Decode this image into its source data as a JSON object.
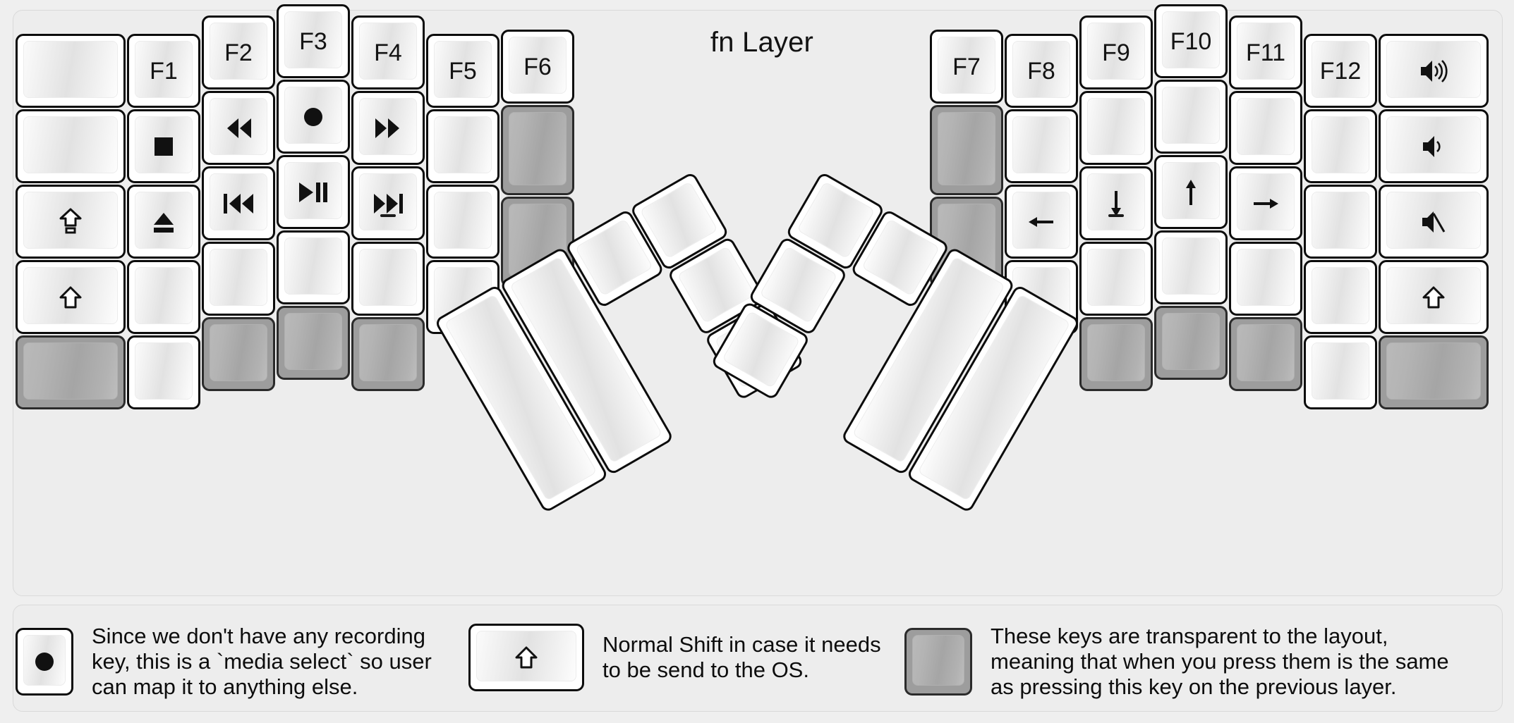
{
  "title": "fn Layer",
  "colors": {
    "background": "#efefef",
    "panel": "#ededed",
    "key_border": "#0c0c0c",
    "key_face_light": "#fdfdfd",
    "key_face_mid": "#e2e2e2",
    "transparent_key": "#9d9d9d",
    "text": "#141414"
  },
  "left_half": {
    "columns": [
      {
        "name": "col-pinky-outer",
        "keys": [
          {
            "label": "",
            "icon": "",
            "state": "normal"
          },
          {
            "label": "",
            "icon": "",
            "state": "normal"
          },
          {
            "label": "",
            "icon": "caps-lock-shift-icon",
            "state": "normal"
          },
          {
            "label": "",
            "icon": "shift-icon",
            "state": "normal"
          },
          {
            "label": "",
            "icon": "",
            "state": "transparent"
          }
        ]
      },
      {
        "name": "col-pinky",
        "keys": [
          {
            "label": "F1",
            "icon": "",
            "state": "normal"
          },
          {
            "label": "",
            "icon": "media-stop-icon",
            "state": "normal"
          },
          {
            "label": "",
            "icon": "eject-icon",
            "state": "normal"
          },
          {
            "label": "",
            "icon": "",
            "state": "normal"
          },
          {
            "label": "",
            "icon": "",
            "state": "normal"
          }
        ]
      },
      {
        "name": "col-ring",
        "keys": [
          {
            "label": "F2",
            "icon": "",
            "state": "normal"
          },
          {
            "label": "",
            "icon": "rewind-icon",
            "state": "normal"
          },
          {
            "label": "",
            "icon": "previous-track-icon",
            "state": "normal"
          },
          {
            "label": "",
            "icon": "",
            "state": "normal"
          },
          {
            "label": "",
            "icon": "",
            "state": "transparent"
          }
        ]
      },
      {
        "name": "col-middle",
        "keys": [
          {
            "label": "F3",
            "icon": "",
            "state": "normal"
          },
          {
            "label": "",
            "icon": "record-icon",
            "state": "normal"
          },
          {
            "label": "",
            "icon": "play-pause-icon",
            "state": "normal"
          },
          {
            "label": "",
            "icon": "",
            "state": "normal"
          },
          {
            "label": "",
            "icon": "",
            "state": "transparent"
          }
        ]
      },
      {
        "name": "col-index",
        "keys": [
          {
            "label": "F4",
            "icon": "",
            "state": "normal"
          },
          {
            "label": "",
            "icon": "fast-forward-icon",
            "state": "normal"
          },
          {
            "label": "",
            "icon": "next-track-icon",
            "state": "normal",
            "homing": true
          },
          {
            "label": "",
            "icon": "",
            "state": "normal"
          },
          {
            "label": "",
            "icon": "",
            "state": "transparent"
          }
        ]
      },
      {
        "name": "col-inner",
        "keys": [
          {
            "label": "F5",
            "icon": "",
            "state": "normal"
          },
          {
            "label": "",
            "icon": "",
            "state": "normal"
          },
          {
            "label": "",
            "icon": "",
            "state": "normal"
          },
          {
            "label": "",
            "icon": "",
            "state": "normal"
          }
        ]
      },
      {
        "name": "col-innermost",
        "keys": [
          {
            "label": "F6",
            "icon": "",
            "state": "normal"
          },
          {
            "label": "",
            "icon": "",
            "state": "transparent"
          },
          {
            "label": "",
            "icon": "",
            "state": "transparent"
          }
        ]
      }
    ]
  },
  "right_half": {
    "columns": [
      {
        "name": "col-innermost",
        "keys": [
          {
            "label": "F7",
            "icon": "",
            "state": "normal"
          },
          {
            "label": "",
            "icon": "",
            "state": "transparent"
          },
          {
            "label": "",
            "icon": "",
            "state": "transparent"
          }
        ]
      },
      {
        "name": "col-inner",
        "keys": [
          {
            "label": "F8",
            "icon": "",
            "state": "normal"
          },
          {
            "label": "",
            "icon": "",
            "state": "normal"
          },
          {
            "label": "",
            "icon": "arrow-left-icon",
            "state": "normal"
          },
          {
            "label": "",
            "icon": "",
            "state": "normal"
          }
        ]
      },
      {
        "name": "col-index",
        "keys": [
          {
            "label": "F9",
            "icon": "",
            "state": "normal"
          },
          {
            "label": "",
            "icon": "",
            "state": "normal"
          },
          {
            "label": "",
            "icon": "arrow-down-icon",
            "state": "normal",
            "homing": true
          },
          {
            "label": "",
            "icon": "",
            "state": "normal"
          },
          {
            "label": "",
            "icon": "",
            "state": "transparent"
          }
        ]
      },
      {
        "name": "col-middle",
        "keys": [
          {
            "label": "F10",
            "icon": "",
            "state": "normal"
          },
          {
            "label": "",
            "icon": "",
            "state": "normal"
          },
          {
            "label": "",
            "icon": "arrow-up-icon",
            "state": "normal"
          },
          {
            "label": "",
            "icon": "",
            "state": "normal"
          },
          {
            "label": "",
            "icon": "",
            "state": "transparent"
          }
        ]
      },
      {
        "name": "col-ring",
        "keys": [
          {
            "label": "F11",
            "icon": "",
            "state": "normal"
          },
          {
            "label": "",
            "icon": "",
            "state": "normal"
          },
          {
            "label": "",
            "icon": "arrow-right-icon",
            "state": "normal"
          },
          {
            "label": "",
            "icon": "",
            "state": "normal"
          },
          {
            "label": "",
            "icon": "",
            "state": "transparent"
          }
        ]
      },
      {
        "name": "col-pinky",
        "keys": [
          {
            "label": "F12",
            "icon": "",
            "state": "normal"
          },
          {
            "label": "",
            "icon": "",
            "state": "normal"
          },
          {
            "label": "",
            "icon": "",
            "state": "normal"
          },
          {
            "label": "",
            "icon": "",
            "state": "normal"
          },
          {
            "label": "",
            "icon": "",
            "state": "normal"
          }
        ]
      },
      {
        "name": "col-pinky-outer",
        "keys": [
          {
            "label": "",
            "icon": "volume-up-icon",
            "state": "normal"
          },
          {
            "label": "",
            "icon": "volume-down-icon",
            "state": "normal"
          },
          {
            "label": "",
            "icon": "volume-mute-icon",
            "state": "normal"
          },
          {
            "label": "",
            "icon": "shift-icon",
            "state": "normal"
          },
          {
            "label": "",
            "icon": "",
            "state": "transparent"
          }
        ]
      }
    ]
  },
  "thumb_clusters": {
    "left": {
      "rotation_deg": -30,
      "keys": [
        {
          "name": "thumb-key-1u-top-inner",
          "size": "1u",
          "state": "normal"
        },
        {
          "name": "thumb-key-1u-top-outer",
          "size": "1u",
          "state": "normal"
        },
        {
          "name": "thumb-key-1u-mid-outer",
          "size": "1u",
          "state": "normal"
        },
        {
          "name": "thumb-key-1u-bottom-outer",
          "size": "1u",
          "state": "normal"
        },
        {
          "name": "thumb-key-2u-inner",
          "size": "2u",
          "state": "normal"
        },
        {
          "name": "thumb-key-2u-outer",
          "size": "2u",
          "state": "normal"
        }
      ]
    },
    "right": {
      "rotation_deg": 30,
      "keys": [
        {
          "name": "thumb-key-1u-top-inner",
          "size": "1u",
          "state": "normal"
        },
        {
          "name": "thumb-key-1u-top-outer",
          "size": "1u",
          "state": "normal"
        },
        {
          "name": "thumb-key-1u-mid-outer",
          "size": "1u",
          "state": "normal"
        },
        {
          "name": "thumb-key-1u-bottom-outer",
          "size": "1u",
          "state": "normal"
        },
        {
          "name": "thumb-key-2u-inner",
          "size": "2u",
          "state": "normal"
        },
        {
          "name": "thumb-key-2u-outer",
          "size": "2u",
          "state": "normal"
        }
      ]
    }
  },
  "legend": [
    {
      "key_icon": "record-icon",
      "key_state": "normal",
      "text": "Since we don't have any recording\nkey, this is a `media select` so user\ncan map it to anything else."
    },
    {
      "key_icon": "shift-icon",
      "key_state": "normal",
      "text": "Normal Shift in case it needs\nto be send to the OS."
    },
    {
      "key_icon": "",
      "key_state": "transparent",
      "text": "These keys are transparent to the layout,\nmeaning that when you press them is the same\nas pressing this key on the previous layer."
    }
  ]
}
